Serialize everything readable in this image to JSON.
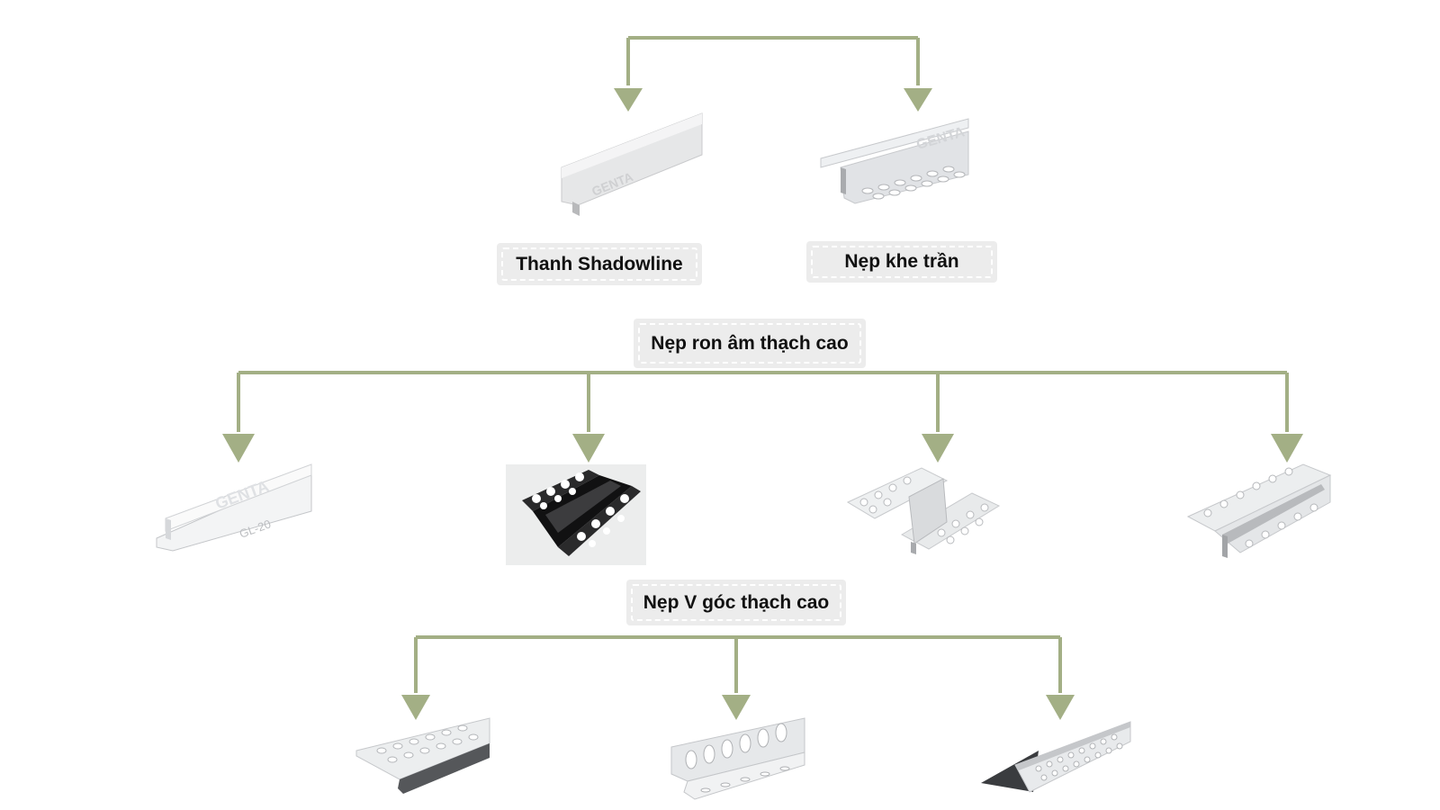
{
  "colors": {
    "connector": "#a3af85",
    "label_bg": "#ececec",
    "label_text": "#111111"
  },
  "labels": {
    "shadowline": "Thanh Shadowline",
    "nep_khe_tran": "Nẹp khe trần",
    "nep_ron_am": "Nẹp ron âm thạch cao",
    "nep_v_goc": "Nẹp V góc thạch cao"
  },
  "brand": {
    "mark": "GENTA",
    "model": "GL-20"
  }
}
